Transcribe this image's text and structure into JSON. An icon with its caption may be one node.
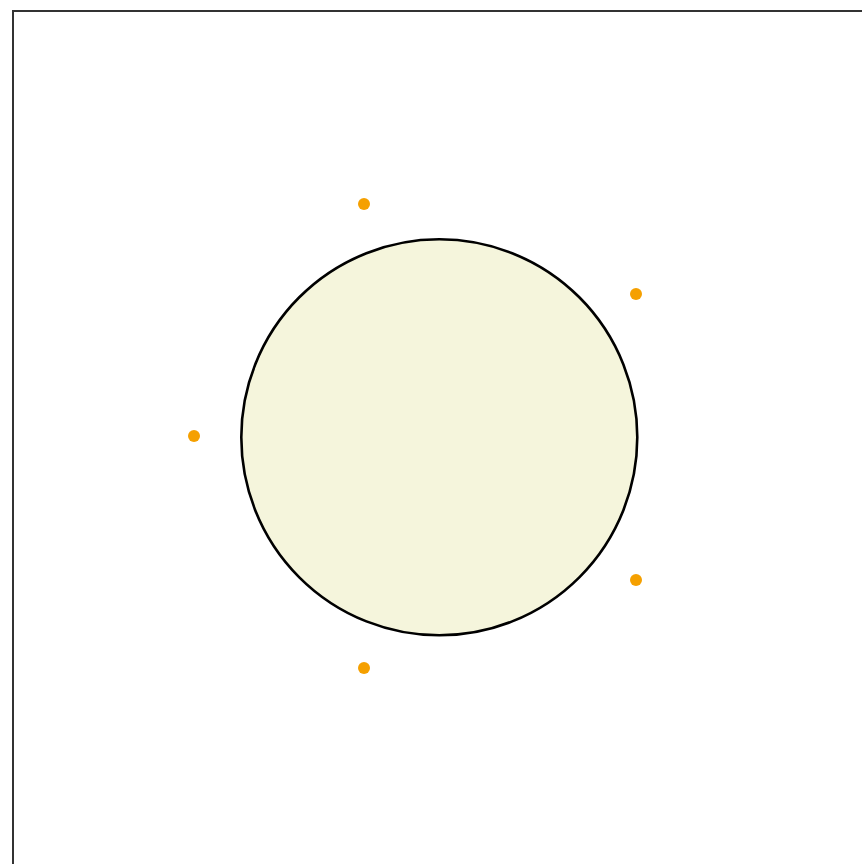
{
  "diagram": {
    "nodes": [
      {
        "text": [],
        "shape": "circle"
      },
      {
        "text": [],
        "shape": "dot"
      },
      {
        "text": [],
        "shape": "dot"
      },
      {
        "text": [],
        "shape": "dot"
      },
      {
        "text": [],
        "shape": "dot"
      },
      {
        "text": [],
        "shape": "dot"
      }
    ]
  }
}
